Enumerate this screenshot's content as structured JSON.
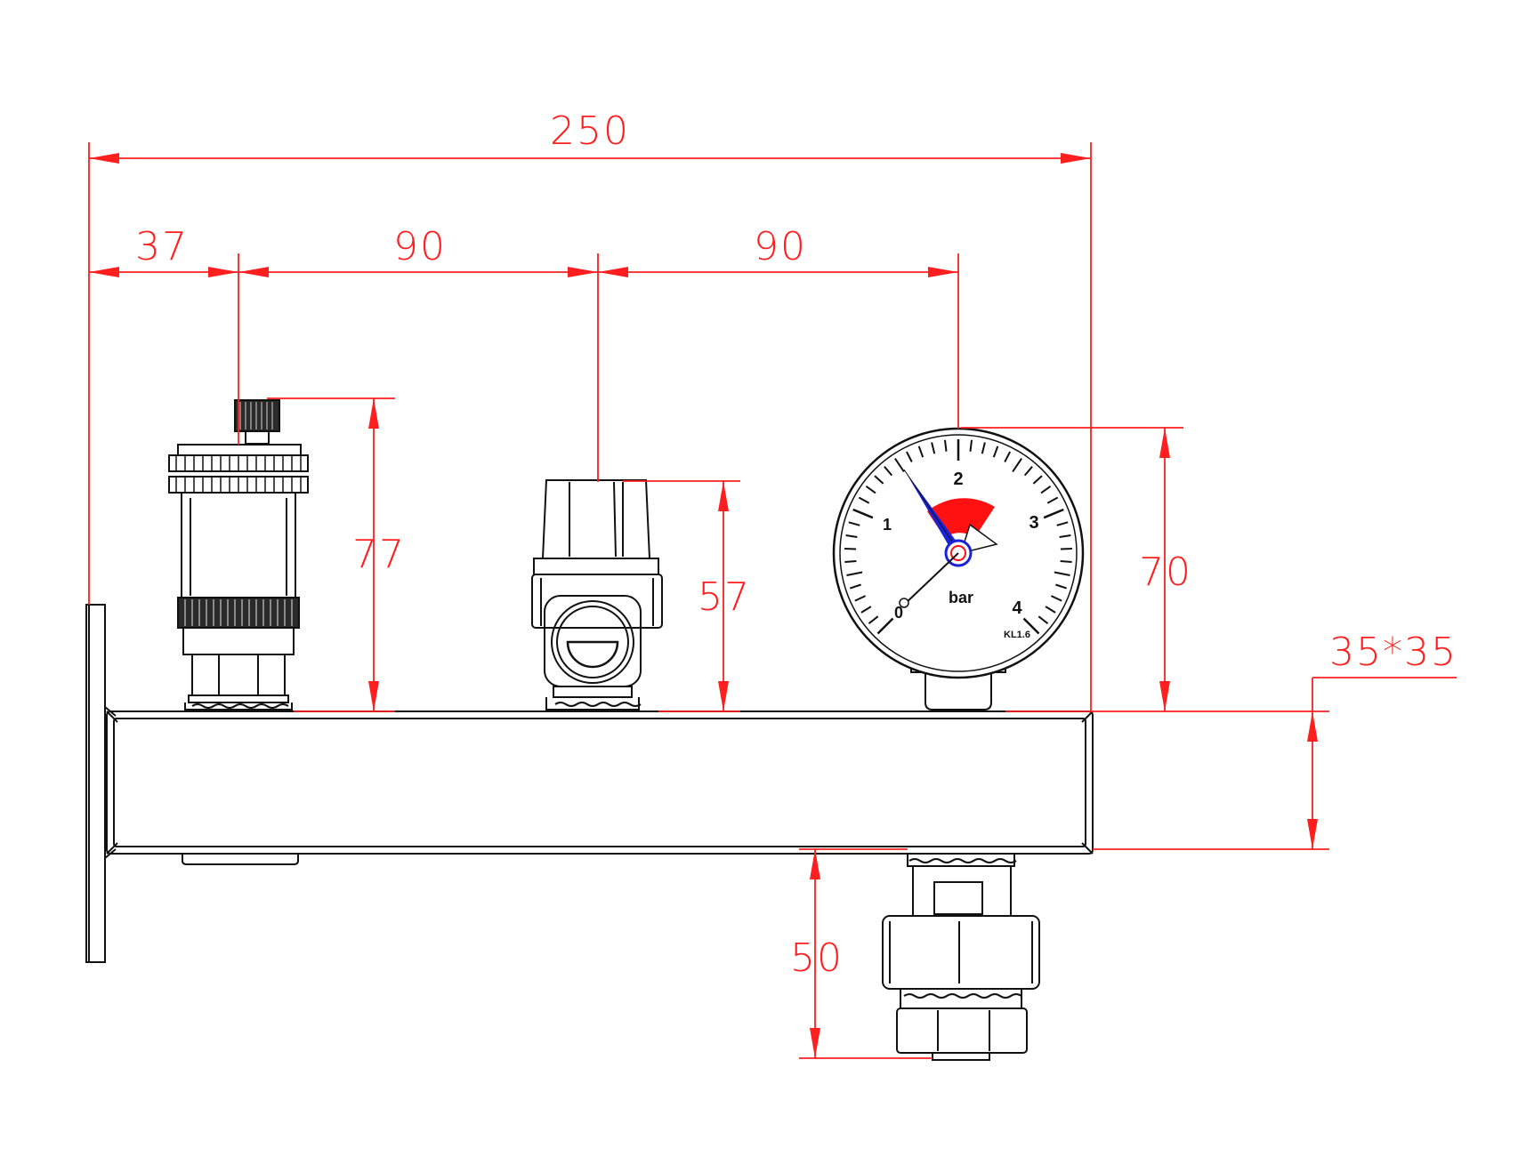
{
  "colors": {
    "dimension": "#ff1f1f",
    "outline": "#111111",
    "needle": "#1a22d8",
    "gauge_zone": "#ff1111",
    "background": "#ffffff"
  },
  "dimensions": {
    "overall_length": "250",
    "offset_left": "37",
    "spacing_1": "90",
    "spacing_2": "90",
    "air_vent_height": "77",
    "valve_height": "57",
    "gauge_height": "70",
    "bar_section": "35*35",
    "bottom_fitting_height": "50"
  },
  "gauge": {
    "scale_labels": [
      "0",
      "1",
      "2",
      "3",
      "4"
    ],
    "unit": "bar",
    "accuracy_class": "KL1.6"
  }
}
